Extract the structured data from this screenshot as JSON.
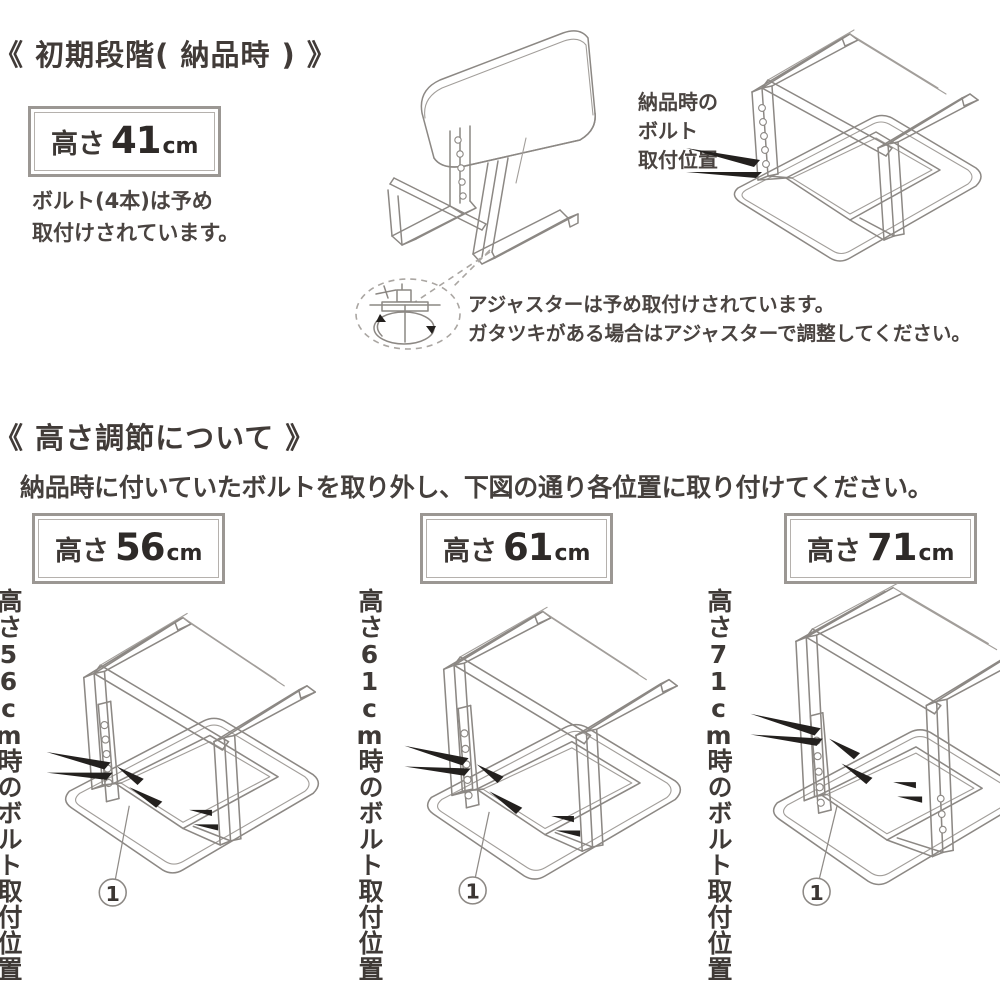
{
  "document": {
    "title": "家具 高さ調節 組立説明図",
    "background_color": "#ffffff",
    "text_color": "#4a4441",
    "line_color": "#8c8884"
  },
  "section1": {
    "heading": "《 初期段階( 納品時 ) 》",
    "height_badge": {
      "label": "高さ",
      "value": "41",
      "unit": "cm"
    },
    "note_line1": "ボルト(4本)は予め",
    "note_line2": "取付けされています。",
    "callout_line1": "納品時の",
    "callout_line2": "ボルト",
    "callout_line3": "取付位置",
    "adjuster_line1": "アジャスターは予め取付けされています。",
    "adjuster_line2": "ガタツキがある場合はアジャスターで調整してください。",
    "diagram_table_name": "完成時のテーブル図",
    "diagram_frame_name": "納品時ボルト位置の逆さフレーム図",
    "detail_circle_name": "アジャスター拡大図"
  },
  "section2": {
    "heading": "《 高さ調節について 》",
    "lead": "納品時に付いていたボルトを取り外し、下図の通り各位置に取り付けてください。",
    "panels": [
      {
        "badge": {
          "label": "高さ",
          "value": "56",
          "unit": "cm"
        },
        "vertical_top": "高さ",
        "vertical_num": "56",
        "vertical_unit": "cm",
        "vertical_tail": "時のボルト取付位置",
        "marker": "①"
      },
      {
        "badge": {
          "label": "高さ",
          "value": "61",
          "unit": "cm"
        },
        "vertical_top": "高さ",
        "vertical_num": "61",
        "vertical_unit": "cm",
        "vertical_tail": "時のボルト取付位置",
        "marker": "①"
      },
      {
        "badge": {
          "label": "高さ",
          "value": "71",
          "unit": "cm"
        },
        "vertical_top": "高さ",
        "vertical_num": "71",
        "vertical_unit": "cm",
        "vertical_tail": "時のボルト取付位置",
        "marker": "①"
      }
    ]
  }
}
